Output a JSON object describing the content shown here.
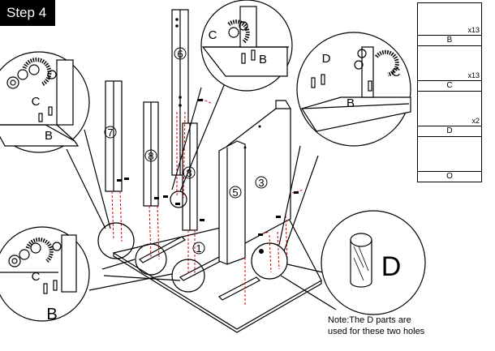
{
  "step_label": "Step 4",
  "note": {
    "line1": "Note:The D parts are",
    "line2": "used for these two holes"
  },
  "parts": [
    {
      "label": "B",
      "qty": "x13"
    },
    {
      "label": "C",
      "qty": "x13"
    },
    {
      "label": "D",
      "qty": "x2"
    },
    {
      "label": "O",
      "qty": ""
    }
  ],
  "panel_numbers": {
    "p1": "1",
    "p3": "3",
    "p5": "5",
    "p6": "6",
    "p7": "7",
    "p8a": "8",
    "p8b": "8"
  },
  "callout_labels": {
    "b": "B",
    "c": "C",
    "d": "D"
  }
}
